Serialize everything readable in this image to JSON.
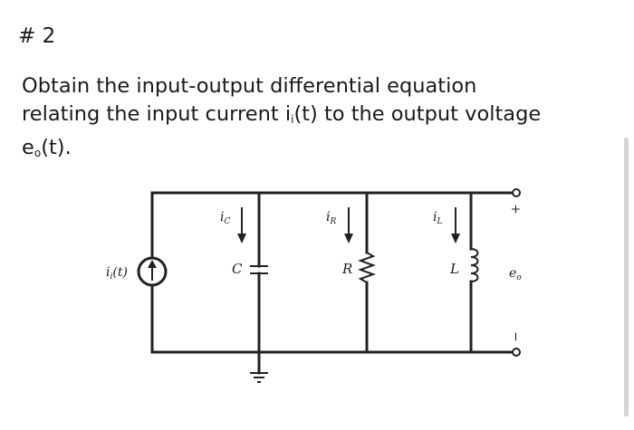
{
  "problem": {
    "number": "# 2",
    "line1": "Obtain the input-output differential equation",
    "line2": "relating the input current i",
    "input_sub": "i",
    "line2_mid": "(t) to the output voltage",
    "line3_pre": "e",
    "output_sub": "o",
    "line3_post": "(t)."
  },
  "circuit": {
    "source_label": "i",
    "source_sub": "i",
    "source_arg": "(t)",
    "ic_label": "i",
    "ic_sub": "C",
    "ir_label": "i",
    "ir_sub": "R",
    "il_label": "i",
    "il_sub": "L",
    "c_label": "C",
    "r_label": "R",
    "l_label": "L",
    "plus_label": "+",
    "minus_label": "−",
    "out_label": "e",
    "out_sub": "o"
  }
}
